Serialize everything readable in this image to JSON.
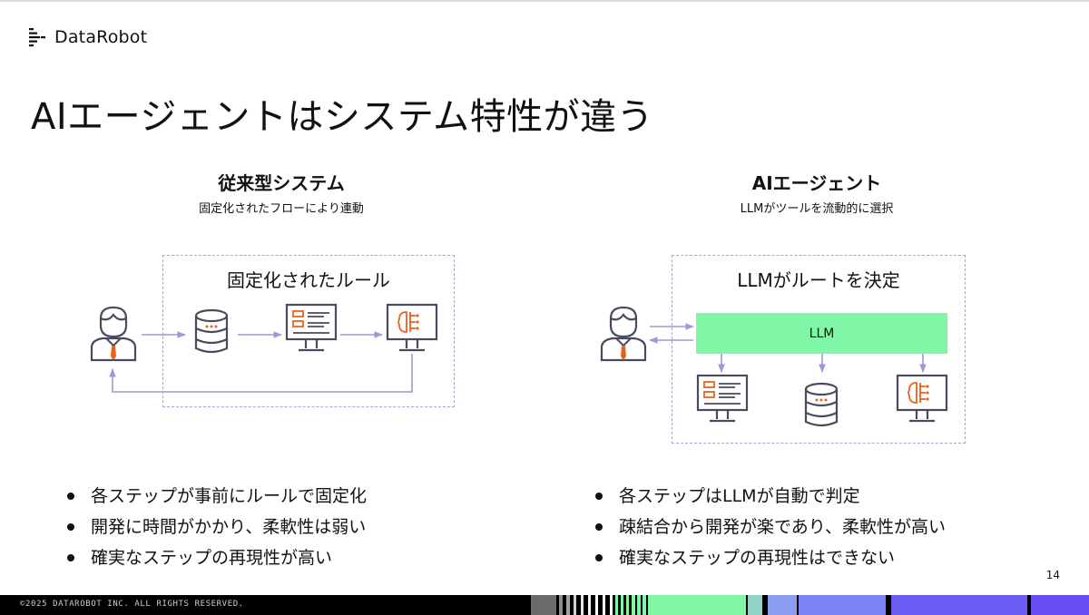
{
  "brand": {
    "name": "DataRobot"
  },
  "title": "AIエージェントはシステム特性が違う",
  "left": {
    "heading": "従来型システム",
    "subheading": "固定化されたフローにより連動",
    "box_label": "固定化されたルール",
    "bullets": [
      "各ステップが事前にルールで固定化",
      "開発に時間がかかり、柔軟性は弱い",
      "確実なステップの再現性が高い"
    ]
  },
  "right": {
    "heading": "AIエージェント",
    "subheading": "LLMがツールを流動的に選択",
    "box_label": "LLMがルートを決定",
    "llm_label": "LLM",
    "bullets": [
      "各ステップはLLMが自動で判定",
      "疎結合から開発が楽であり、柔軟性が高い",
      "確実なステップの再現性はできない"
    ]
  },
  "page_number": "14",
  "footer": {
    "copyright": "©2025 DATAROBOT INC. ALL RIGHTS RESERVED."
  },
  "colors": {
    "accent_green": "#7ff7a6",
    "icon_orange": "#e8621f",
    "icon_gray": "#4a4a5e",
    "dash": "#a7a7cf",
    "arrow": "#9a9ad6"
  },
  "icons": [
    "datarobot-logo-icon",
    "user-icon",
    "database-icon",
    "monitor-form-icon",
    "monitor-ai-icon"
  ]
}
